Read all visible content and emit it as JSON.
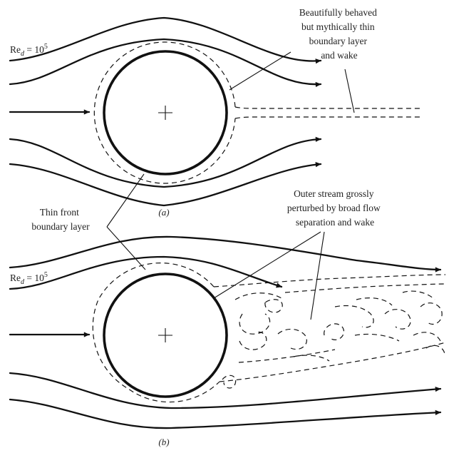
{
  "figure_a": {
    "re_label": {
      "base": "Re",
      "subscript": "d",
      "mid": " = 10",
      "exponent": "5"
    },
    "annotation": [
      "Beautifully behaved",
      "but mythically thin",
      "boundary layer",
      "and wake"
    ],
    "caption": "(a)"
  },
  "figure_b": {
    "re_label": {
      "base": "Re",
      "subscript": "d",
      "mid": " = 10",
      "exponent": "5"
    },
    "annotation": [
      "Outer stream grossly",
      "perturbed by broad flow",
      "separation and wake"
    ],
    "caption": "(b)"
  },
  "shared_annotation": [
    "Thin front",
    "boundary layer"
  ]
}
